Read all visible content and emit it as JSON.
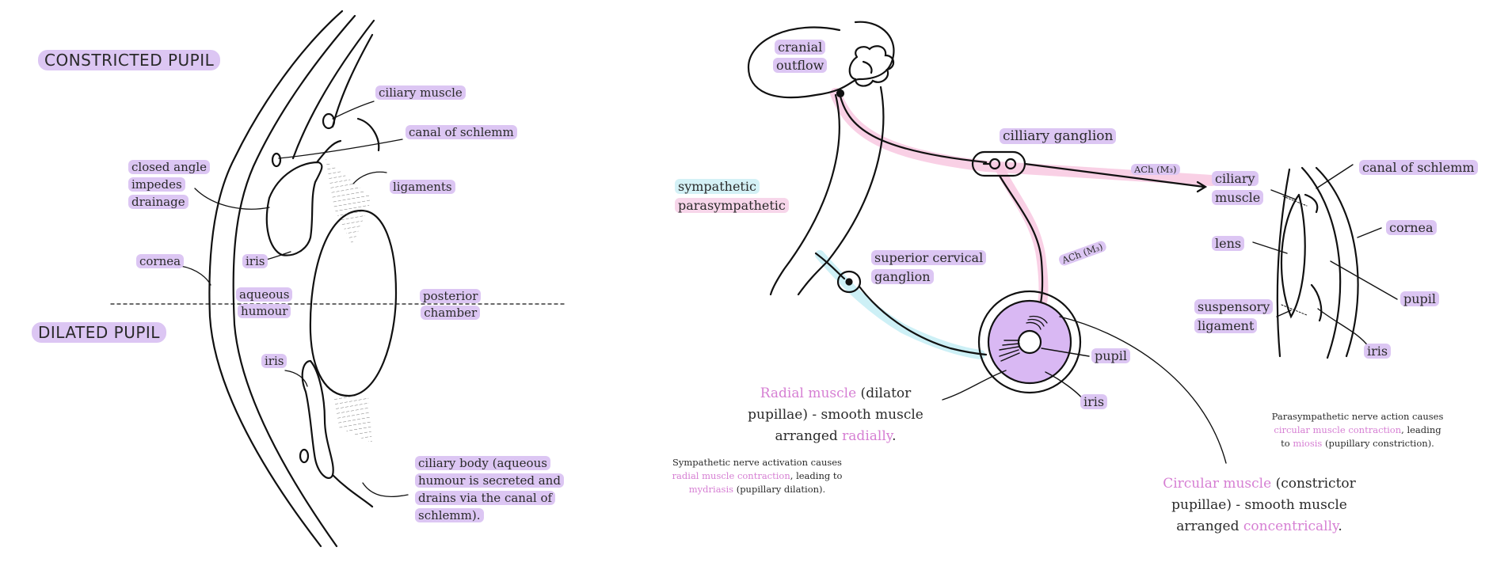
{
  "left": {
    "constricted_title": "CONSTRICTED PUPIL",
    "dilated_title": "DILATED PUPIL",
    "ciliary_muscle": "ciliary muscle",
    "canal_of_schlemm": "canal of schlemm",
    "closed_angle": [
      "closed angle",
      "impedes",
      "drainage"
    ],
    "ligaments": "ligaments",
    "cornea": "cornea",
    "iris_top": "iris",
    "aqueous_humour": [
      "aqueous",
      "humour"
    ],
    "posterior_chamber": [
      "posterior",
      "chamber"
    ],
    "iris_bottom": "iris",
    "ciliary_body": [
      "ciliary body (aqueous",
      "humour is secreted and",
      "drains via the canal of",
      "schlemm)."
    ]
  },
  "right": {
    "cranial_outflow": [
      "cranial",
      "outflow"
    ],
    "ciliary_ganglion": "cilliary ganglion",
    "ach_top": "ACh (M₃)",
    "ach_mid": "ACh (M₃)",
    "legend_sympathetic": "sympathetic",
    "legend_parasympathetic": "parasympathetic",
    "superior_cervical": [
      "superior cervical",
      "ganglion"
    ],
    "pupil": "pupil",
    "iris": "iris",
    "ciliary_muscle": [
      "ciliary",
      "muscle"
    ],
    "canal_of_schlemm": "canal of schlemm",
    "lens": "lens",
    "cornea": "cornea",
    "pupil_side": "pupil",
    "suspensory": [
      "suspensory",
      "ligament"
    ],
    "iris_side": "iris",
    "radial": {
      "colored": "Radial muscle",
      "rest1": " (dilator",
      "line2": "pupillae) - smooth muscle",
      "line3a": "arranged ",
      "line3b": "radially",
      "line3c": "."
    },
    "circular": {
      "colored": "Circular muscle",
      "rest1": " (constrictor",
      "line2": "pupillae) - smooth muscle",
      "line3a": "arranged ",
      "line3b": "concentrically",
      "line3c": "."
    },
    "symp_note": {
      "l1": "Sympathetic nerve activation causes",
      "l2a": "radial muscle contraction",
      "l2b": ", leading to",
      "l3a": "mydriasis",
      "l3b": " (pupillary dilation)."
    },
    "para_note": {
      "l1": "Parasympathetic nerve action causes",
      "l2a": "circular muscle contraction",
      "l2b": ", leading",
      "l3a": "to ",
      "l3b": "miosis",
      "l3c": " (pupillary constriction)."
    }
  },
  "colors": {
    "highlight_purple": "#dcc6f3",
    "sympathetic_cyan": "#d4f1f6",
    "parasympathetic_pink": "#f7d6ea",
    "accent_pink_text": "#d67fd3",
    "iris_fill": "#d9b8f3"
  }
}
